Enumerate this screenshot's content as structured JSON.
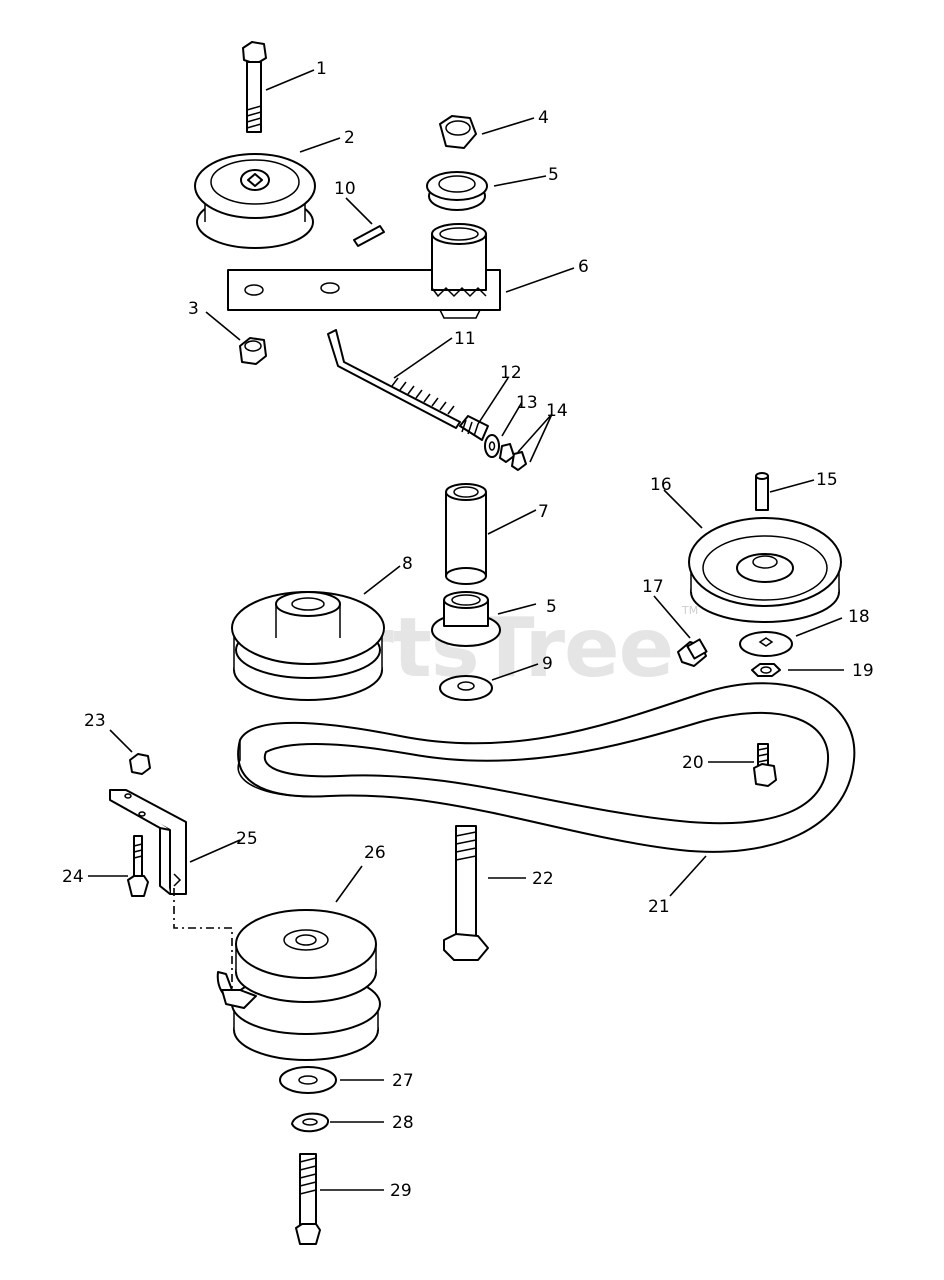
{
  "watermark": {
    "text": "PartsTree",
    "trademark": "TM"
  },
  "callouts": [
    "1",
    "2",
    "3",
    "4",
    "5",
    "6",
    "7",
    "8",
    "9",
    "10",
    "11",
    "12",
    "13",
    "14",
    "15",
    "16",
    "17",
    "18",
    "19",
    "20",
    "21",
    "22",
    "23",
    "24",
    "25",
    "26",
    "27",
    "28",
    "29"
  ],
  "callout_5_repeat": "5"
}
